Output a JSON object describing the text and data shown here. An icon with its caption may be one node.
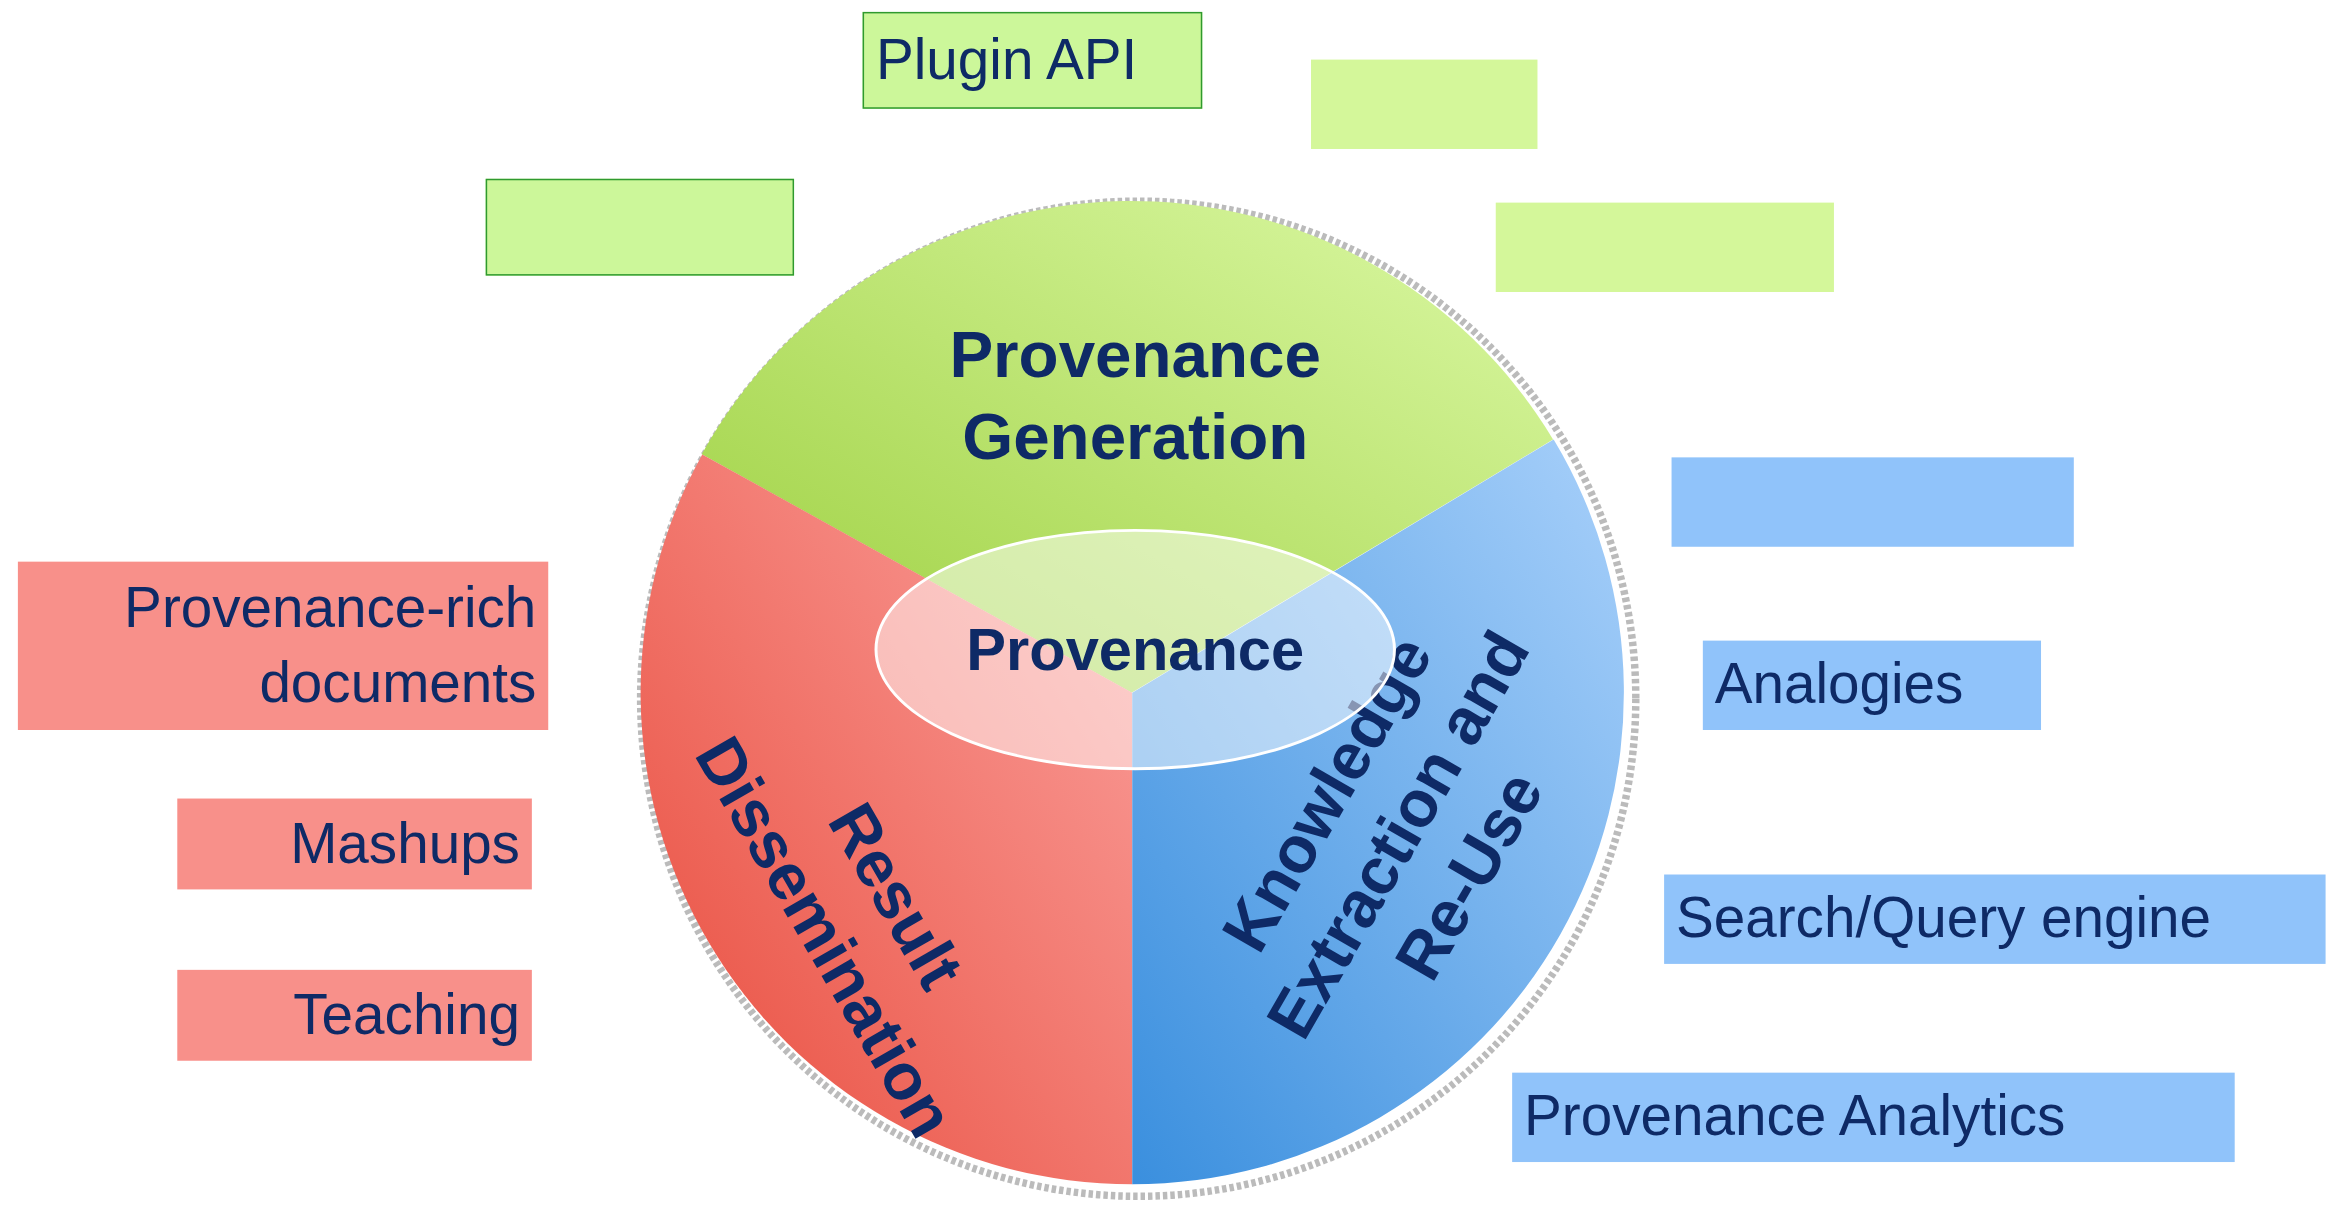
{
  "diagram": {
    "nodes": [
      {
        "text": [
          "Plugin API"
        ]
      },
      {
        "text": [],
        "shape": "box"
      },
      {
        "text": [],
        "shape": "box"
      },
      {
        "text": [],
        "shape": "box"
      },
      {
        "text": [
          "Provenance Generation"
        ]
      },
      {
        "text": [],
        "shape": "box"
      },
      {
        "text": [
          "Provenance-rich documents"
        ]
      },
      {
        "text": [
          "Provenance"
        ]
      },
      {
        "text": [
          "Analogies"
        ]
      },
      {
        "text": [
          "Result Dissemination"
        ]
      },
      {
        "text": [
          "Knowledge Extraction and Re-Use"
        ]
      },
      {
        "text": [
          "Mashups"
        ]
      },
      {
        "text": [
          "Search/Query engine"
        ]
      },
      {
        "text": [
          "Teaching"
        ]
      },
      {
        "text": [
          "Provenance Analytics"
        ]
      }
    ],
    "edges": []
  }
}
